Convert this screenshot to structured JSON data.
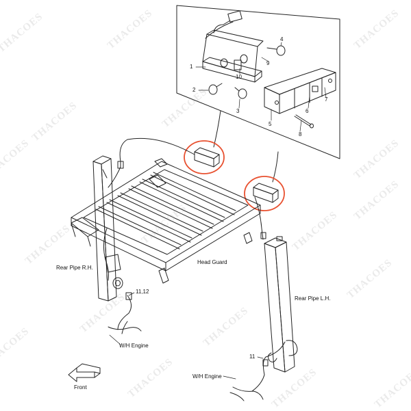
{
  "callouts": {
    "c1": "1",
    "c2": "2",
    "c3": "3",
    "c4": "4",
    "c5": "5",
    "c6": "6",
    "c7": "7",
    "c8": "8",
    "c9": "9",
    "c10": "10",
    "c11": "11",
    "c1112": "11,12"
  },
  "labels": {
    "head_guard": "Head Guard",
    "rear_pipe_rh": "Rear Pipe R.H.",
    "rear_pipe_lh": "Rear Pipe L.H.",
    "wh_engine_1": "W/H Engine",
    "wh_engine_2": "W/H Engine",
    "front": "Front"
  },
  "watermark": "THACOES",
  "colors": {
    "line": "#222222",
    "highlight": "#e8502f",
    "watermark": "#8c8c8c"
  },
  "highlight_count": 2
}
